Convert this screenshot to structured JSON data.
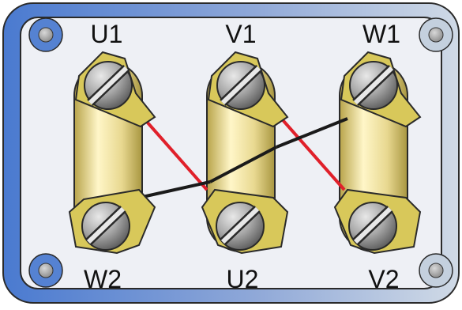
{
  "terminals": {
    "u1": "U1",
    "v1": "V1",
    "w1": "W1",
    "w2": "W2",
    "u2": "U2",
    "v2": "V2"
  },
  "colors": {
    "plate_fill": "#eef0f5",
    "frame_left": "#4f7fd0",
    "frame_right": "#c9d4e0",
    "post_fill": "#e4d48e",
    "nut_fill": "#d8c85a",
    "screw_fill": "#a0a0a0",
    "wire_red": "#e0202a",
    "wire_black": "#1a1a1a"
  }
}
